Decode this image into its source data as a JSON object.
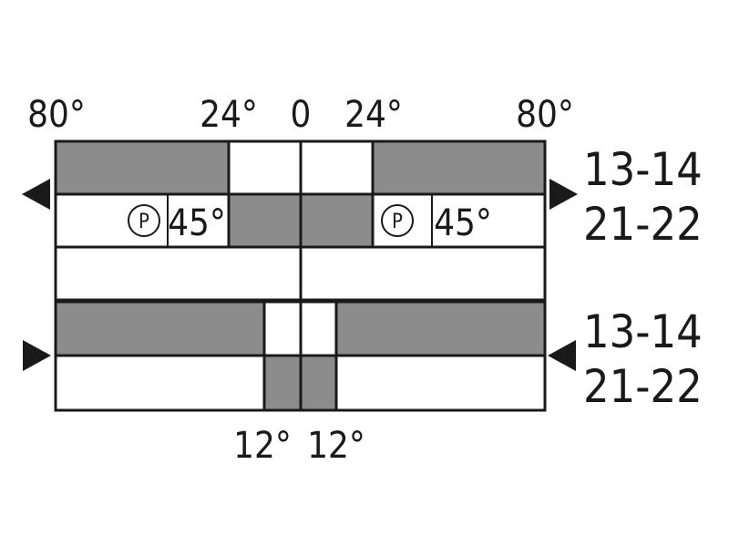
{
  "top_scale": {
    "left_outer": "80°",
    "left_inner": "24°",
    "center": "0",
    "right_inner": "24°",
    "right_outer": "80°"
  },
  "bottom_scale": {
    "left": "12°",
    "right": "12°"
  },
  "upper_block": {
    "contacts_line1": "13-14",
    "contacts_line2": "21-22",
    "detent_symbol": "P",
    "detent_angle": "45°"
  },
  "lower_block": {
    "contacts_line1": "13-14",
    "contacts_line2": "21-22"
  },
  "colors": {
    "fill_closed": "#8c8c8c",
    "outline": "#1a1a1a",
    "background": "#ffffff"
  }
}
